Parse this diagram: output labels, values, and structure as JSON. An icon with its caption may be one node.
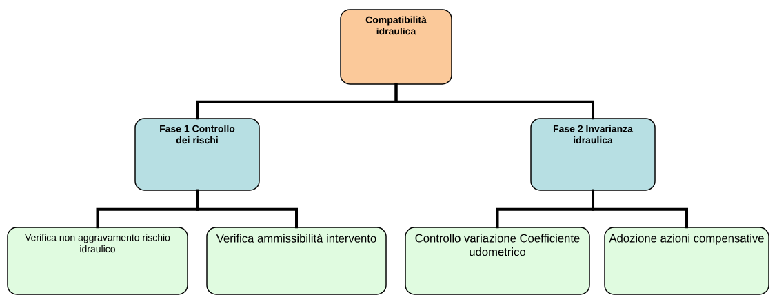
{
  "diagram": {
    "nodes": [
      {
        "text": [
          "Compatibilità idraulica"
        ]
      },
      {
        "text": [
          "Fase 1 Controllo dei rischi"
        ]
      },
      {
        "text": [
          "Fase 2 Invarianza idraulica"
        ]
      },
      {
        "text": [
          "Verifica non aggravamento rischio idraulico"
        ]
      },
      {
        "text": [
          "Verifica ammissibilità intervento"
        ]
      },
      {
        "text": [
          "Controllo variazione Coefficiente udometrico"
        ]
      },
      {
        "text": [
          "Adozione azioni compensative"
        ]
      }
    ],
    "edges": [
      {
        "from": 0,
        "to": 1,
        "arrow": "none"
      },
      {
        "from": 0,
        "to": 2,
        "arrow": "none"
      },
      {
        "from": 1,
        "to": 3,
        "arrow": "none"
      },
      {
        "from": 1,
        "to": 4,
        "arrow": "none"
      },
      {
        "from": 2,
        "to": 5,
        "arrow": "none"
      },
      {
        "from": 2,
        "to": 6,
        "arrow": "none"
      }
    ]
  }
}
